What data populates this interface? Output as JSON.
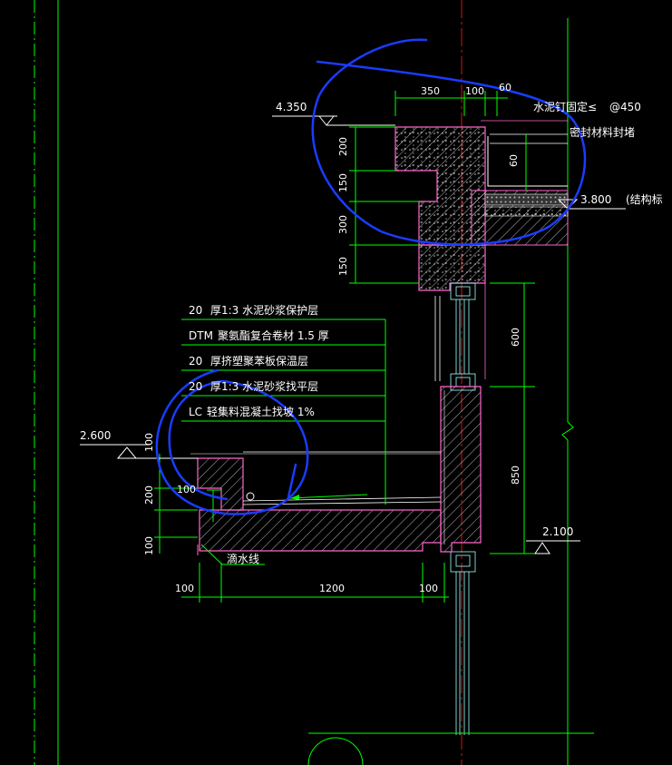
{
  "levels": {
    "top": "4.350",
    "struct": "3.800",
    "struct_note": "(结构标",
    "canopy": "2.600",
    "sill": "2.100"
  },
  "dims": {
    "w350": "350",
    "w100_top": "100",
    "w60": "60",
    "h200_top": "200",
    "h150_a": "150",
    "h300": "300",
    "h150_b": "150",
    "h60": "60",
    "h600": "600",
    "h850": "850",
    "h100_left": "100",
    "w100_left": "100",
    "h200_left": "200",
    "h100_left_b": "100",
    "w100_bottom": "100",
    "w1200": "1200",
    "w100_bottom_r": "100"
  },
  "notes": {
    "nail": "水泥钉固定≤",
    "nail_spacing": "@450",
    "seal": "密封材料封堵",
    "drip": "滴水线"
  },
  "layers": [
    {
      "thk": "20",
      "desc": "厚1:3  水泥砂浆保护层"
    },
    {
      "thk": "DTM",
      "desc": "聚氨酯复合卷材    1.5  厚"
    },
    {
      "thk": "20",
      "desc": "厚挤塑聚苯板保温层"
    },
    {
      "thk": "20",
      "desc": "厚1:3  水泥砂浆找平层"
    },
    {
      "thk": "LC",
      "desc": "轻集料混凝土找坡      1%"
    }
  ],
  "colors": {
    "background": "#000000",
    "line_green": "#00ff00",
    "line_white": "#ffffff",
    "wall_pink": "#ff66cc",
    "axis_red": "#ff2020",
    "window_cyan": "#9fffff",
    "markup_blue": "#1a3cff"
  }
}
